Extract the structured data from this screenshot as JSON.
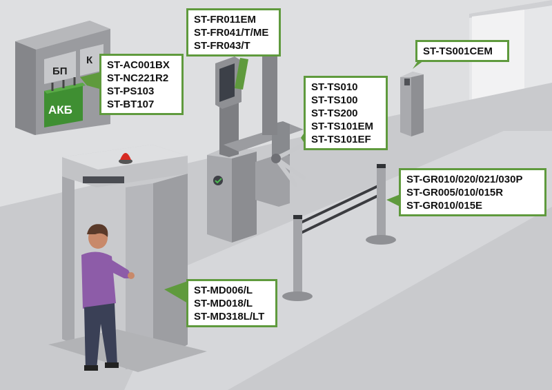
{
  "panel_labels": {
    "psu": "БП",
    "controller": "К",
    "battery": "АКБ"
  },
  "callouts": {
    "power": [
      "ST-AC001BX",
      "ST-NC221R2",
      "ST-PS103",
      "ST-BT107"
    ],
    "readers": [
      "ST-FR011EM",
      "ST-FR041/T/ME",
      "ST-FR043/T"
    ],
    "turnstiles": [
      "ST-TS010",
      "ST-TS100",
      "ST-TS200",
      "ST-TS101EM",
      "ST-TS101EF"
    ],
    "pedestal": [
      "ST-TS001CEM"
    ],
    "barriers": [
      "ST-GR010/020/021/030P",
      "ST-GR005/010/015R",
      "ST-GR010/015E"
    ],
    "detector": [
      "ST-MD006/L",
      "ST-MD018/L",
      "ST-MD318L/LT"
    ]
  },
  "colors": {
    "callout_border": "#5f9a3d",
    "battery_green": "#3f8f32",
    "beacon_red": "#d62a22",
    "person_shirt": "#8d5ca8",
    "person_pants": "#3a4056"
  }
}
